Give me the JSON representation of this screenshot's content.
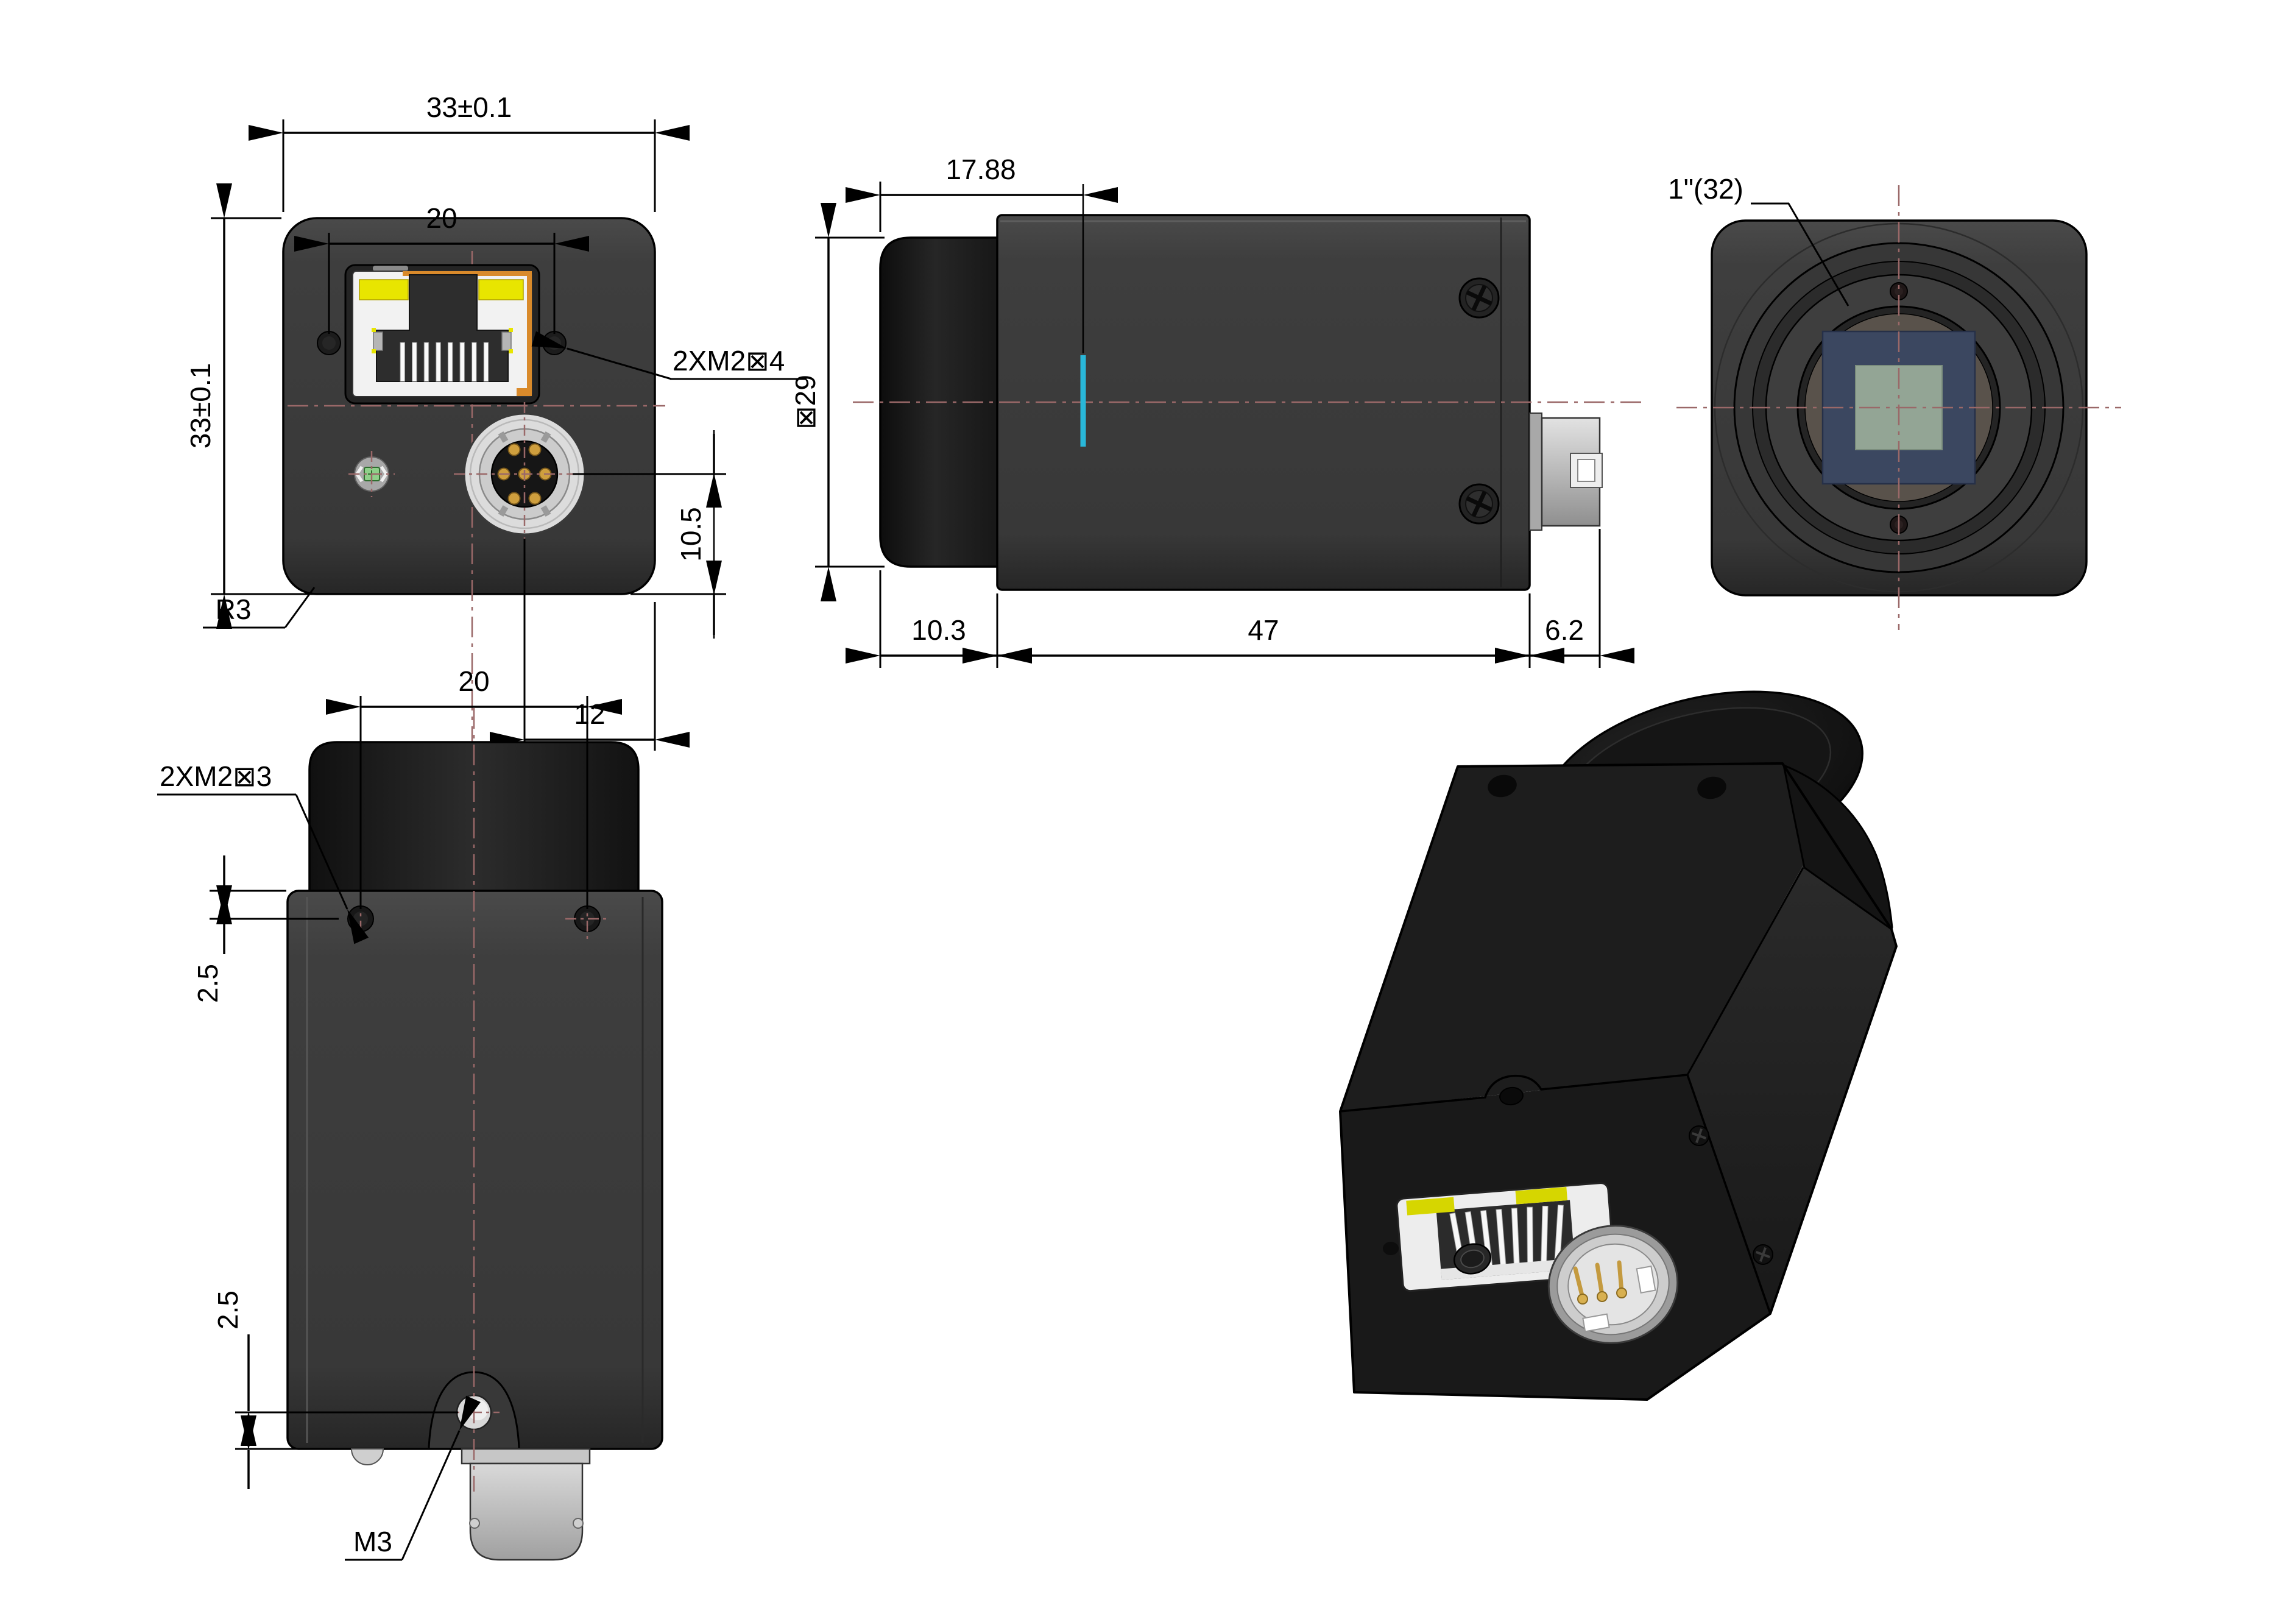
{
  "drawing": {
    "type": "technical-dimension-drawing",
    "subject": "GigE industrial camera, multi-view engineering drawing",
    "background": "#ffffff"
  },
  "colors": {
    "body_gray": "#3d3d3d",
    "outline_black": "#000000",
    "centerline_red": "#9a6868",
    "sensor_marker_cyan": "#29b7d9",
    "rj45_yellow": "#e8e500",
    "rj45_orange": "#d98a2b",
    "led_green": "#8fd08a",
    "pin_gold": "#cf9f3e",
    "connector_silver": "#d8d8d8",
    "sensor_pcb_navy": "#3b4760",
    "sensor_die_sage": "#93a595",
    "iso_body_black": "#1d1d1d"
  },
  "views": {
    "rear": {
      "name": "Rear view",
      "dims": {
        "width": "33±0.1",
        "hole_spacing": "20",
        "height": "33±0.1",
        "thread_note": "2XM2⊠4",
        "corner_radius": "R3",
        "connector_offset_vertical": "10.5",
        "connector_offset_horizontal": "12"
      }
    },
    "side": {
      "name": "Side view",
      "dims": {
        "flange_to_sensor": "17.88",
        "lens_diameter": "⊠29",
        "lens_length": "10.3",
        "body_length": "47",
        "connector_length": "6.2"
      }
    },
    "front": {
      "name": "Front view",
      "dims": {
        "mount": "1\"(32)"
      }
    },
    "bottom": {
      "name": "Bottom view",
      "dims": {
        "hole_spacing": "20",
        "thread_note": "2XM2⊠3",
        "hole_edge_offset": "2.5",
        "m3_edge_offset": "2.5",
        "m3_thread": "M3"
      }
    },
    "iso": {
      "name": "Isometric view"
    }
  }
}
